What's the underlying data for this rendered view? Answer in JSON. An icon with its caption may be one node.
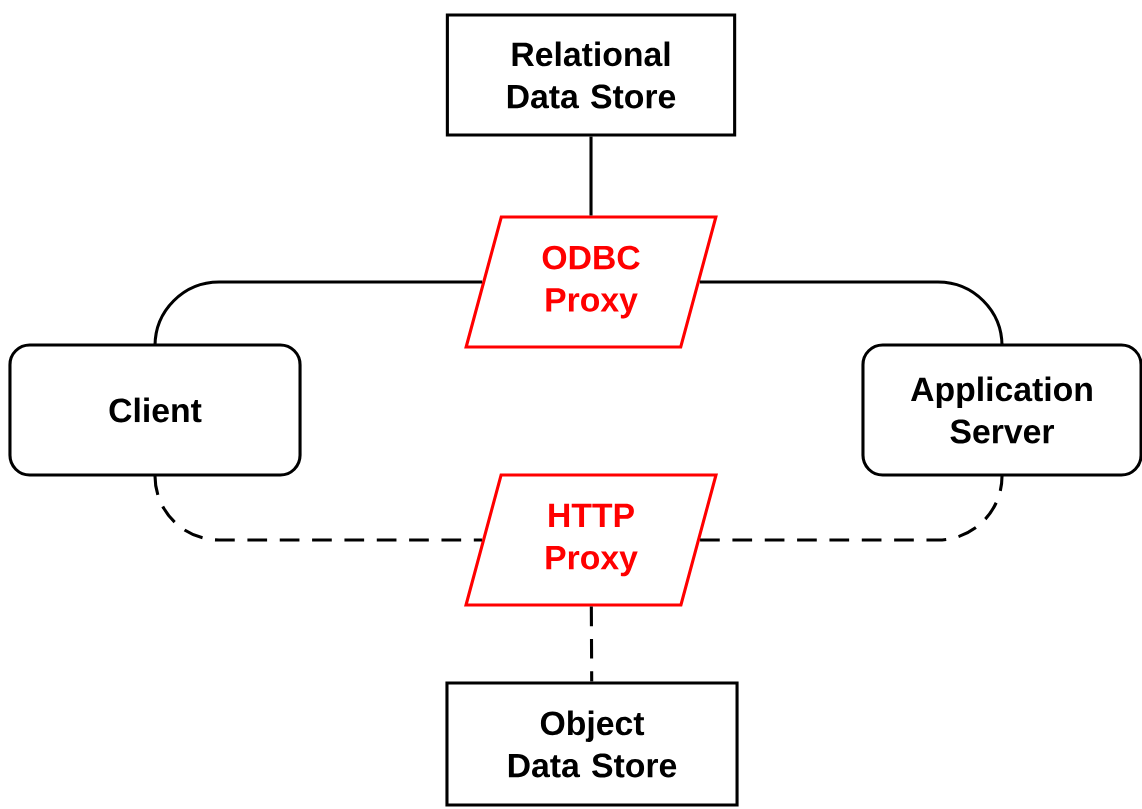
{
  "diagram": {
    "nodes": [
      {
        "text": [
          "Relational Data Store"
        ]
      },
      {
        "text": [
          "ODBC Proxy"
        ]
      },
      {
        "text": [
          "Client"
        ]
      },
      {
        "text": [
          "Application Server"
        ]
      },
      {
        "text": [
          "HTTP Proxy"
        ]
      },
      {
        "text": [
          "Object Data Store"
        ]
      }
    ],
    "edges": [
      {
        "from": 0,
        "to": 1,
        "arrow": "none"
      },
      {
        "from": 2,
        "to": 1,
        "arrow": "none"
      },
      {
        "from": 1,
        "to": 3,
        "arrow": "none"
      },
      {
        "from": 2,
        "to": 4,
        "arrow": "none",
        "style": "dashed"
      },
      {
        "from": 4,
        "to": 3,
        "arrow": "none",
        "style": "dashed"
      },
      {
        "from": 4,
        "to": 5,
        "arrow": "none",
        "style": "dashed"
      }
    ]
  }
}
